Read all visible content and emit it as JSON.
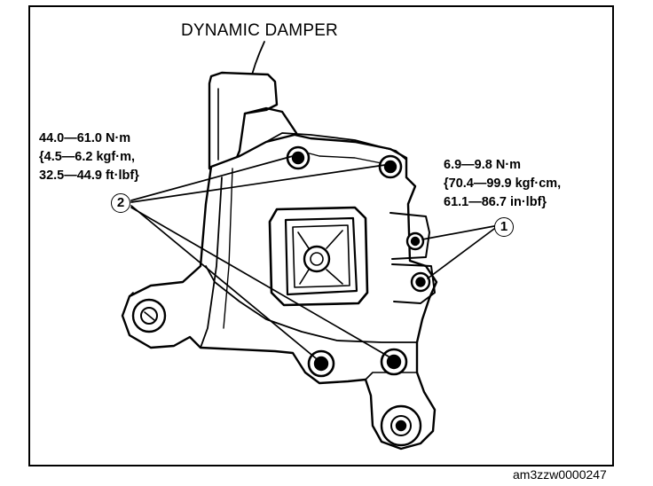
{
  "title": "DYNAMIC DAMPER",
  "specs": {
    "left": {
      "line1": "44.0—61.0 N·m",
      "line2": "{4.5—6.2 kgf·m,",
      "line3": "32.5—44.9 ft·lbf}"
    },
    "right": {
      "line1": "6.9—9.8 N·m",
      "line2": "{70.4—99.9 kgf·cm,",
      "line3": "61.1—86.7 in·lbf}"
    }
  },
  "callouts": {
    "one": "1",
    "two": "2"
  },
  "figure_code": "am3zzw0000247"
}
